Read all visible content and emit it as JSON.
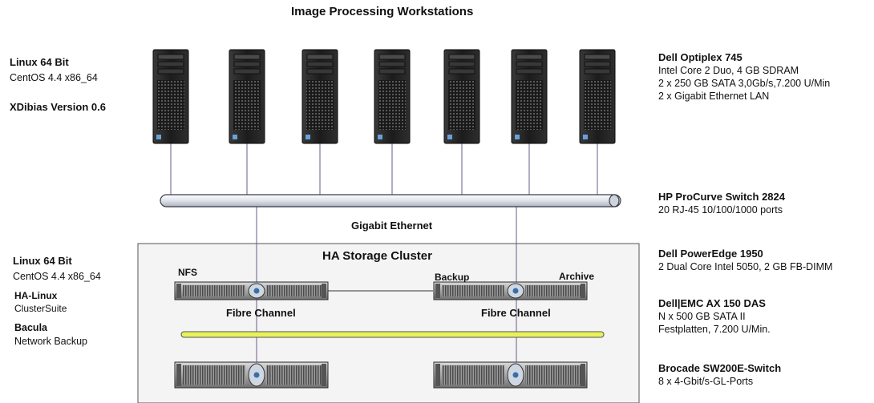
{
  "title": "Image Processing Workstations",
  "left_top": {
    "os_title": "Linux 64 Bit",
    "os_version": "CentOS 4.4 x86_64",
    "software": "XDibias Version 0.6"
  },
  "left_bottom": {
    "os_title": "Linux 64 Bit",
    "os_version": "CentOS 4.4 x86_64",
    "ha_title": "HA-Linux",
    "ha_sub": "ClusterSuite",
    "bacula_title": "Bacula",
    "bacula_sub": "Network Backup"
  },
  "right": {
    "workstation": {
      "title": "Dell Optiplex 745",
      "lines": [
        "Intel Core 2 Duo, 4 GB SDRAM",
        "2 x 250 GB SATA 3,0Gb/s,7.200 U/Min",
        "2 x Gigabit Ethernet LAN"
      ]
    },
    "switch": {
      "title": "HP ProCurve Switch 2824",
      "lines": [
        "20 RJ-45 10/100/1000 ports"
      ]
    },
    "server": {
      "title": "Dell PowerEdge 1950",
      "lines": [
        "2 Dual Core Intel 5050, 2 GB FB-DIMM"
      ]
    },
    "storage": {
      "title": "Dell|EMC AX 150 DAS",
      "lines": [
        "N x 500 GB SATA II",
        "Festplatten, 7.200 U/Min."
      ]
    },
    "brocade": {
      "title": "Brocade SW200E-Switch",
      "lines": [
        "8 x 4-Gbit/s-GL-Ports"
      ]
    }
  },
  "network": {
    "bus_label": "Gigabit Ethernet"
  },
  "cluster": {
    "title": "HA Storage Cluster",
    "nfs": "NFS",
    "backup": "Backup",
    "archive": "Archive",
    "fc_left": "Fibre Channel",
    "fc_right": "Fibre Channel"
  },
  "workstation_count": 7,
  "colors": {
    "tower_body": "#1e1e1e",
    "bus_fill": "#e6e9ee",
    "fc_bus": "#e8f25a",
    "link": "#6a5a8a",
    "cluster_bg": "#f4f4f4"
  }
}
